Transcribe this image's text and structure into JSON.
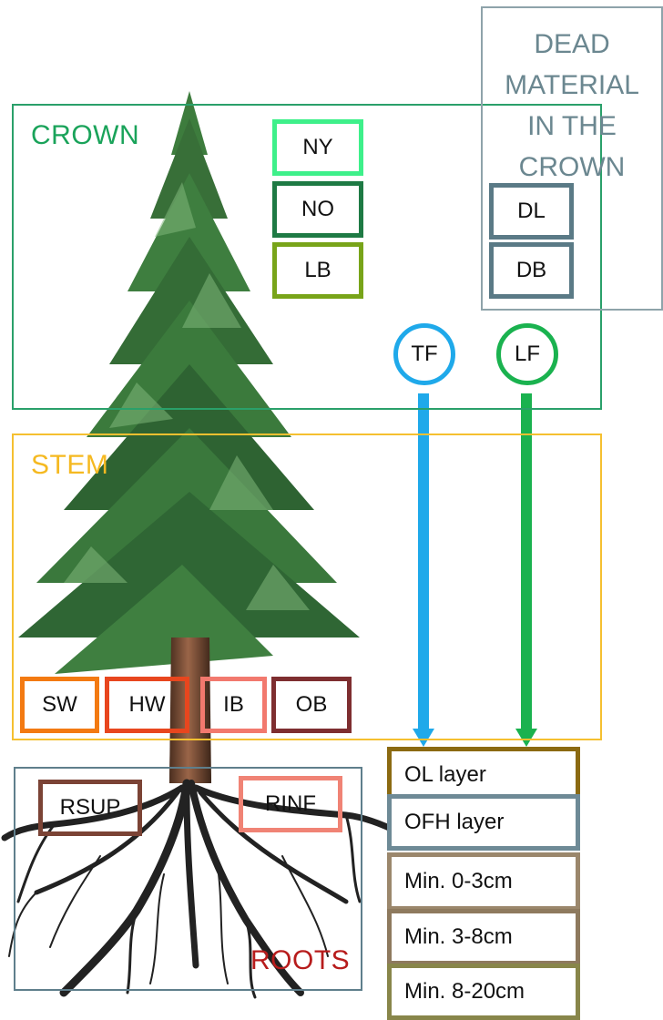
{
  "regions": {
    "crown": {
      "label": "CROWN",
      "color": "#1aa35a"
    },
    "stem": {
      "label": "STEM",
      "color": "#f5b921"
    },
    "roots": {
      "label": "ROOTS",
      "color": "#b71c1c",
      "border": "#5f7f8c"
    },
    "dead": {
      "label_lines": [
        "DEAD",
        "MATERIAL",
        "IN THE",
        "CROWN"
      ],
      "color": "#6b8790"
    }
  },
  "crown_boxes": [
    {
      "label": "NY",
      "color": "#3ef08a"
    },
    {
      "label": "NO",
      "color": "#1e7a44"
    },
    {
      "label": "LB",
      "color": "#78a419"
    }
  ],
  "dead_boxes": [
    {
      "label": "DL",
      "color": "#5a7a86"
    },
    {
      "label": "DB",
      "color": "#5a7a86"
    }
  ],
  "stem_boxes": [
    {
      "label": "SW",
      "color": "#f37a12"
    },
    {
      "label": "HW",
      "color": "#e8461e"
    },
    {
      "label": "IB",
      "color": "#f2796e"
    },
    {
      "label": "OB",
      "color": "#7e2e30"
    }
  ],
  "root_boxes": [
    {
      "label": "RSUP",
      "color": "#7b4335"
    },
    {
      "label": "RINF",
      "color": "#f08375"
    }
  ],
  "fluxes": [
    {
      "label": "TF",
      "color": "#1fa9ea"
    },
    {
      "label": "LF",
      "color": "#1ab24f"
    }
  ],
  "soil_layers": [
    {
      "label": "OL layer",
      "color": "#8b6a12"
    },
    {
      "label": "OFH layer",
      "color": "#6e8a96"
    },
    {
      "label": "Min. 0-3cm",
      "color": "#9b876c"
    },
    {
      "label": "Min. 3-8cm",
      "color": "#8e7a5e"
    },
    {
      "label": "Min. 8-20cm",
      "color": "#88864a"
    }
  ]
}
